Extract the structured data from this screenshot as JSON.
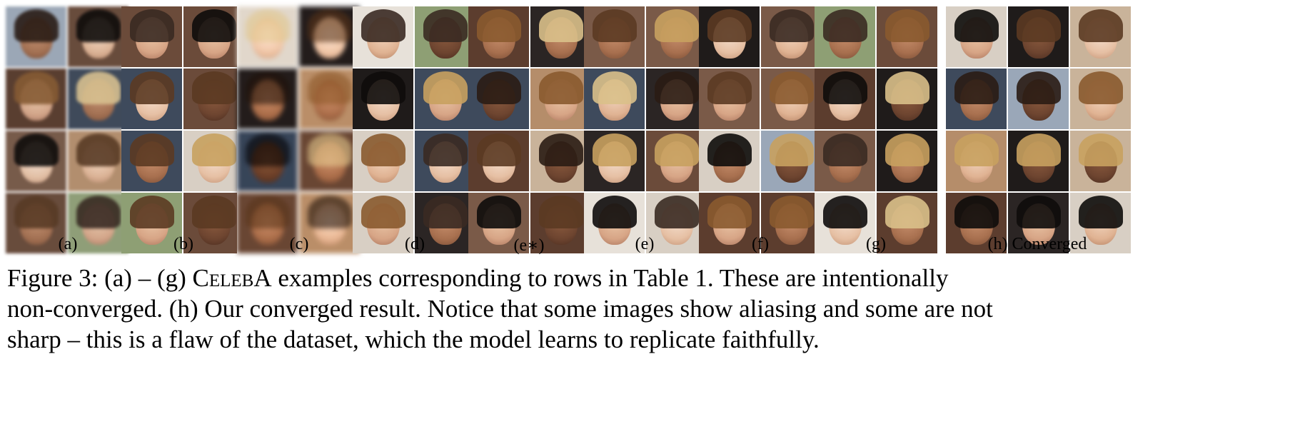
{
  "panels": [
    {
      "label": "(a)"
    },
    {
      "label": "(b)"
    },
    {
      "label": "(c)"
    },
    {
      "label": "(d)"
    },
    {
      "label": "(e∗)"
    },
    {
      "label": "(e)"
    },
    {
      "label": "(f)"
    },
    {
      "label": "(g)"
    },
    {
      "label": "(h) Converged"
    }
  ],
  "caption": {
    "line1_prefix": "Figure 3: (a) – (g) ",
    "dataset_name": "CelebA",
    "line1_suffix": " examples corresponding to rows in Table 1. These are intentionally",
    "line2": "non-converged. (h) Our converged result. Notice that some images show aliasing and some are not",
    "line3": "sharp – this is a flaw of the dataset, which the model learns to replicate faithfully."
  }
}
